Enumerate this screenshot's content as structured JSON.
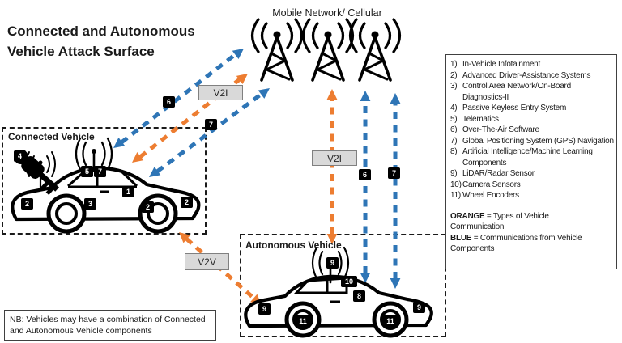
{
  "title": {
    "line1": "Connected and Autonomous",
    "line2": "Vehicle Attack Surface"
  },
  "network_label": "Mobile Network/ Cellular",
  "boxes": {
    "connected": "Connected Vehicle",
    "autonomous": "Autonomous Vehicle"
  },
  "comm_labels": {
    "v2i_diagonal": "V2I",
    "v2i_vertical": "V2I",
    "v2v": "V2V"
  },
  "badges": {
    "connected": [
      "4",
      "5",
      "7",
      "1",
      "2",
      "3",
      "2",
      "2"
    ],
    "path": [
      "6",
      "7",
      "6",
      "7"
    ],
    "autonomous": [
      "9",
      "10",
      "8",
      "9",
      "11",
      "11",
      "9"
    ]
  },
  "legend": {
    "items": [
      {
        "num": "1)",
        "text": "In-Vehicle Infotainment"
      },
      {
        "num": "2)",
        "text": "Advanced Driver-Assistance Systems"
      },
      {
        "num": "3)",
        "text": "Control Area Network/On-Board Diagnostics-II"
      },
      {
        "num": "4)",
        "text": "Passive Keyless Entry System"
      },
      {
        "num": "5)",
        "text": "Telematics"
      },
      {
        "num": "6)",
        "text": "Over-The-Air Software"
      },
      {
        "num": "7)",
        "text": "Global Positioning System (GPS) Navigation"
      },
      {
        "num": "8)",
        "text": "Artificial Intelligence/Machine Learning Components"
      },
      {
        "num": "9)",
        "text": "LiDAR/Radar Sensor"
      },
      {
        "num": "10)",
        "text": "Camera Sensors"
      },
      {
        "num": "11)",
        "text": "Wheel Encoders"
      }
    ],
    "orange_term": "ORANGE",
    "orange_desc": " = Types of Vehicle Communication",
    "blue_term": "BLUE",
    "blue_desc": " = Communications from Vehicle Components"
  },
  "note": "NB: Vehicles may have a combination of Connected and Autonomous Vehicle components",
  "colors": {
    "orange": "#ED7D31",
    "blue": "#2E75B6",
    "badge_bg": "#000000",
    "label_bg": "#D9D9D9",
    "label_border": "#808080"
  }
}
